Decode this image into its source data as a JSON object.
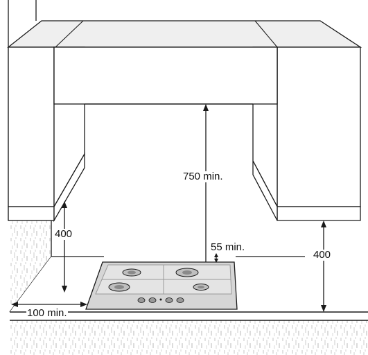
{
  "labels": {
    "hood_clearance": "750 min.",
    "side_height": "400",
    "wall_distance": "100 min.",
    "rear_distance": "55 min.",
    "right_height": "400"
  },
  "colors": {
    "line": "#1a1a1a",
    "cabinet_face": "#ffffff",
    "cabinet_top": "#efefef",
    "hob_metal": "#d6d6d6",
    "hob_edge": "#9a9a9a",
    "wall_texture": "#b5b5b5"
  },
  "icons": {
    "burner": "gas-burner-icon",
    "knob": "control-knob-icon"
  }
}
